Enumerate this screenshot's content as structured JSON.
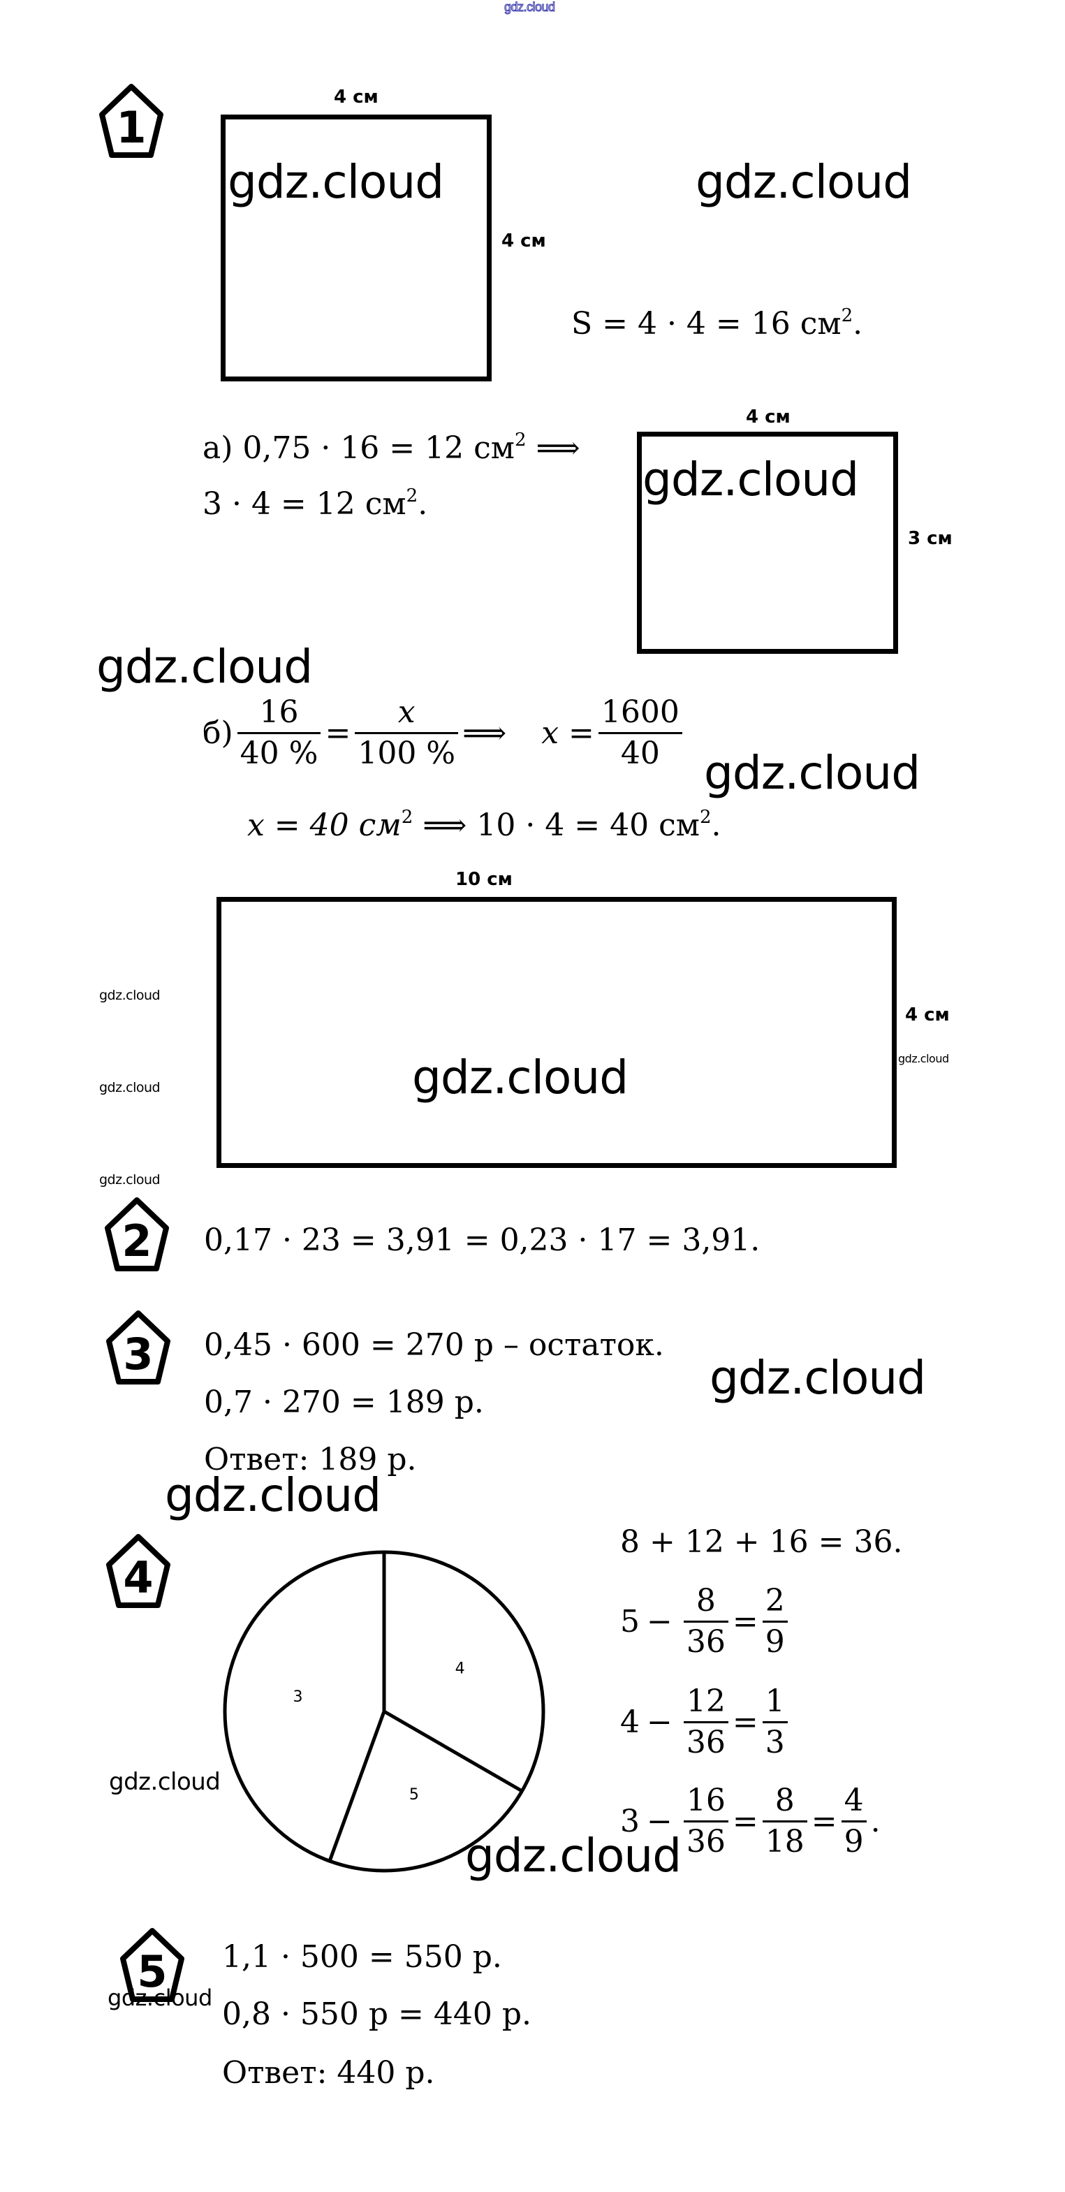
{
  "watermark": "gdz.cloud",
  "top_watermark": "gdz.cloud",
  "colors": {
    "top_watermark": "#3333aa",
    "ink": "#000000"
  },
  "task1": {
    "number": "1",
    "square": {
      "top_label": "4 см",
      "side_label": "4 см"
    },
    "area_formula": {
      "lhs": "S = 4 · 4 = 16 см",
      "sup": "2",
      "tail": "."
    },
    "part_a": {
      "line1": {
        "text": "а) 0,75 · 16 = 12 см",
        "sup": "2",
        "tail": " ⟹"
      },
      "line2": {
        "text": "3 · 4 = 12 см",
        "sup": "2",
        "tail": "."
      },
      "rect": {
        "top_label": "4 см",
        "side_label": "3 см"
      }
    },
    "part_b": {
      "prefix": "б)",
      "frac1": {
        "num": "16",
        "den": "40 %"
      },
      "eq": "=",
      "frac2": {
        "num": "x",
        "den": "100 %"
      },
      "implies": "⟹",
      "x_eq": "x =",
      "frac3": {
        "num": "1600",
        "den": "40"
      },
      "line2": {
        "text1": "x = 40 см",
        "sup1": "2",
        "mid": " ⟹   10 · 4 = 40 см",
        "sup2": "2",
        "tail": "."
      },
      "rect": {
        "top_label": "10 см",
        "side_label": "4 см"
      }
    }
  },
  "task2": {
    "number": "2",
    "line": "0,17 · 23 = 3,91 = 0,23 · 17 = 3,91."
  },
  "task3": {
    "number": "3",
    "lines": [
      "0,45 · 600 = 270 р – остаток.",
      "0,7 · 270 = 189 р.",
      "Ответ: 189 р."
    ]
  },
  "task4": {
    "number": "4",
    "sum_line": "8 + 12 + 16 = 36.",
    "rows": [
      {
        "grade": "5",
        "minus": "−",
        "num": "8",
        "den": "36",
        "eq": "=",
        "r_num": "2",
        "r_den": "9"
      },
      {
        "grade": "4",
        "minus": "−",
        "num": "12",
        "den": "36",
        "eq": "=",
        "r_num": "1",
        "r_den": "3"
      },
      {
        "grade": "3",
        "minus": "−",
        "num": "16",
        "den": "36",
        "eq": "=",
        "m_num": "8",
        "m_den": "18",
        "eq2": "=",
        "r_num": "4",
        "r_den": "9",
        "tail": "."
      }
    ]
  },
  "task5": {
    "number": "5",
    "lines": [
      "1,1 · 500 = 550 р.",
      "0,8 · 550 р = 440 р.",
      "Ответ: 440 р."
    ]
  },
  "chart_data": {
    "type": "pie",
    "title": "",
    "categories": [
      "4",
      "5",
      "3"
    ],
    "values": [
      12,
      8,
      16
    ],
    "labels": [
      "4",
      "5",
      "3"
    ],
    "total": 36,
    "start": "top",
    "direction": "clockwise",
    "legend": "none"
  }
}
